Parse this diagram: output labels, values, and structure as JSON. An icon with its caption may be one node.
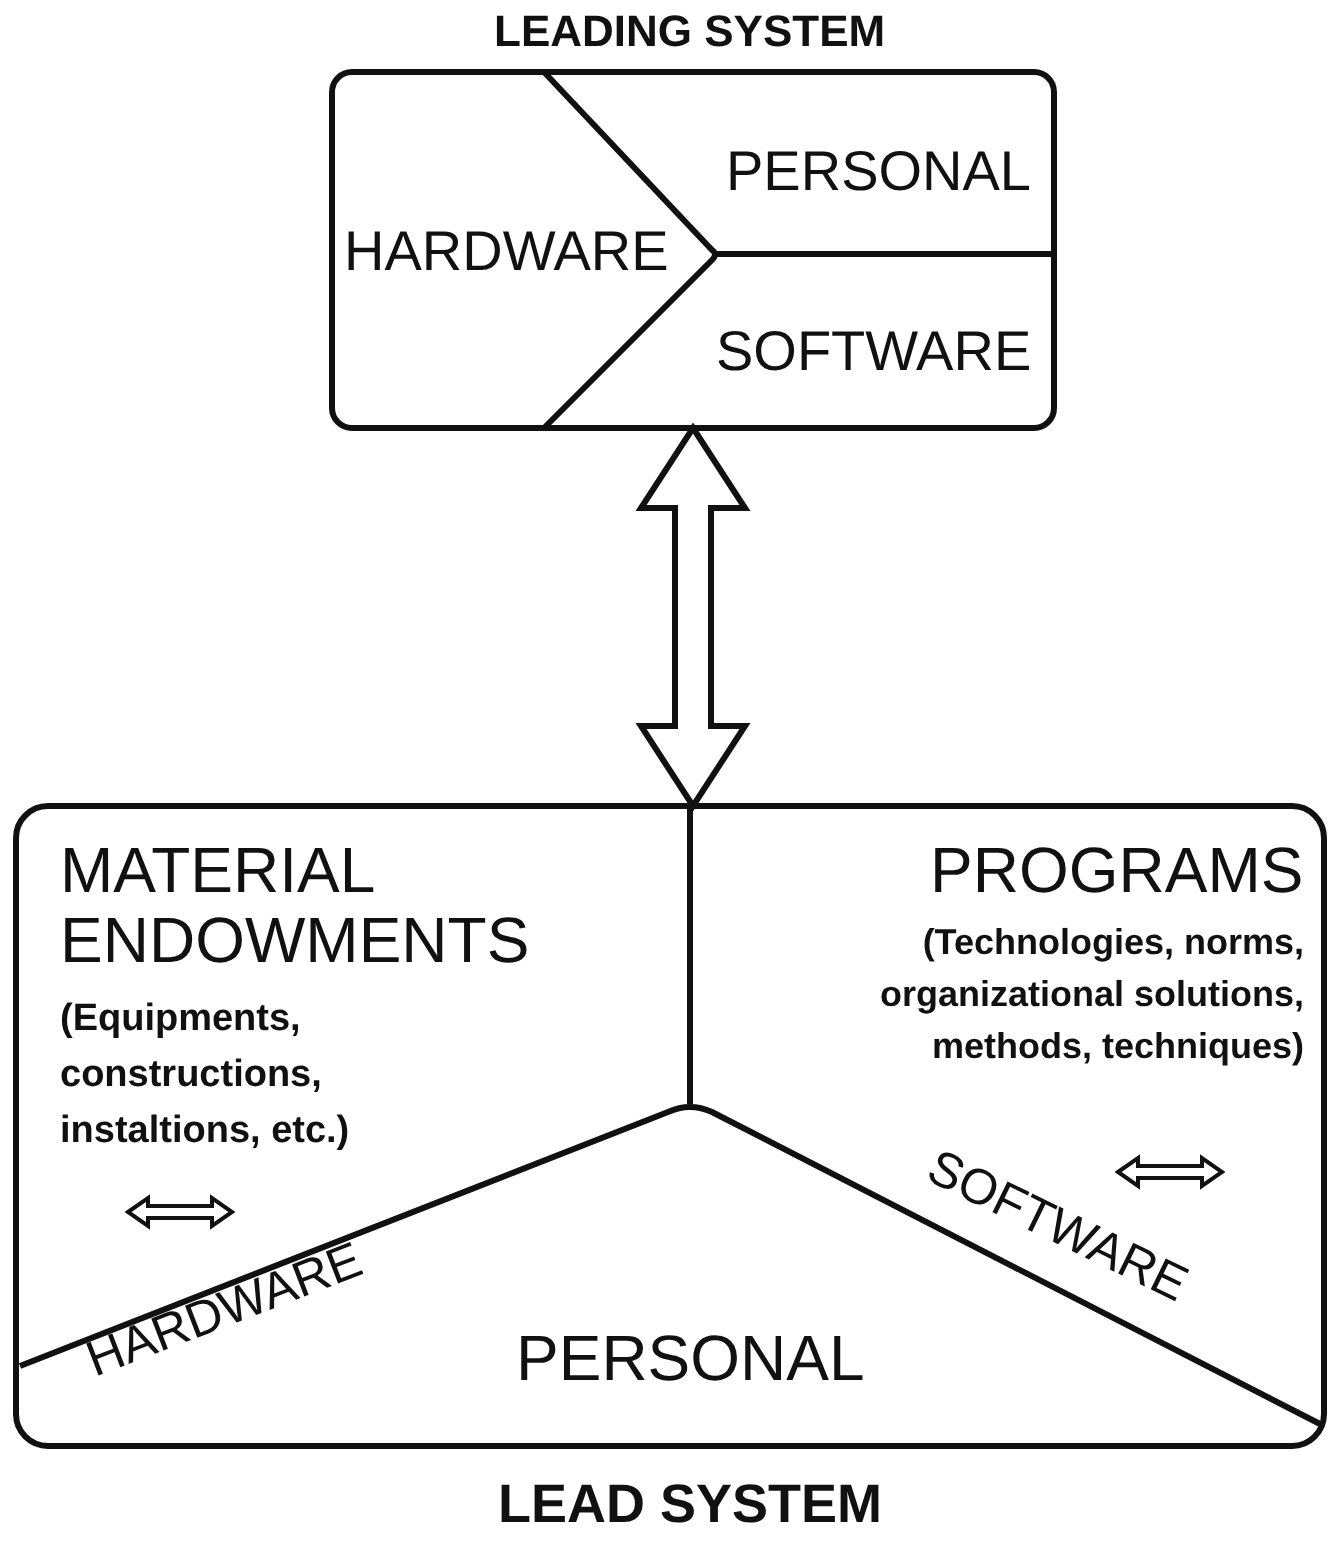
{
  "diagram": {
    "nodes": [
      {
        "text": [
          "LEADING SYSTEM",
          "HARDWARE",
          "PERSONAL",
          "SOFTWARE"
        ]
      },
      {
        "text": [
          "MATERIAL ENDOWMENTS",
          "(Equipments, constructions, instaltions, etc.)",
          "PROGRAMS",
          "(Technologies, norms, organizational solutions, methods, techniques)",
          "HARDWARE",
          "SOFTWARE",
          "PERSONAL",
          "LEAD SYSTEM"
        ]
      }
    ],
    "edges": [
      {
        "from": 0,
        "to": 1,
        "arrow": "both",
        "style": "thick"
      }
    ]
  }
}
